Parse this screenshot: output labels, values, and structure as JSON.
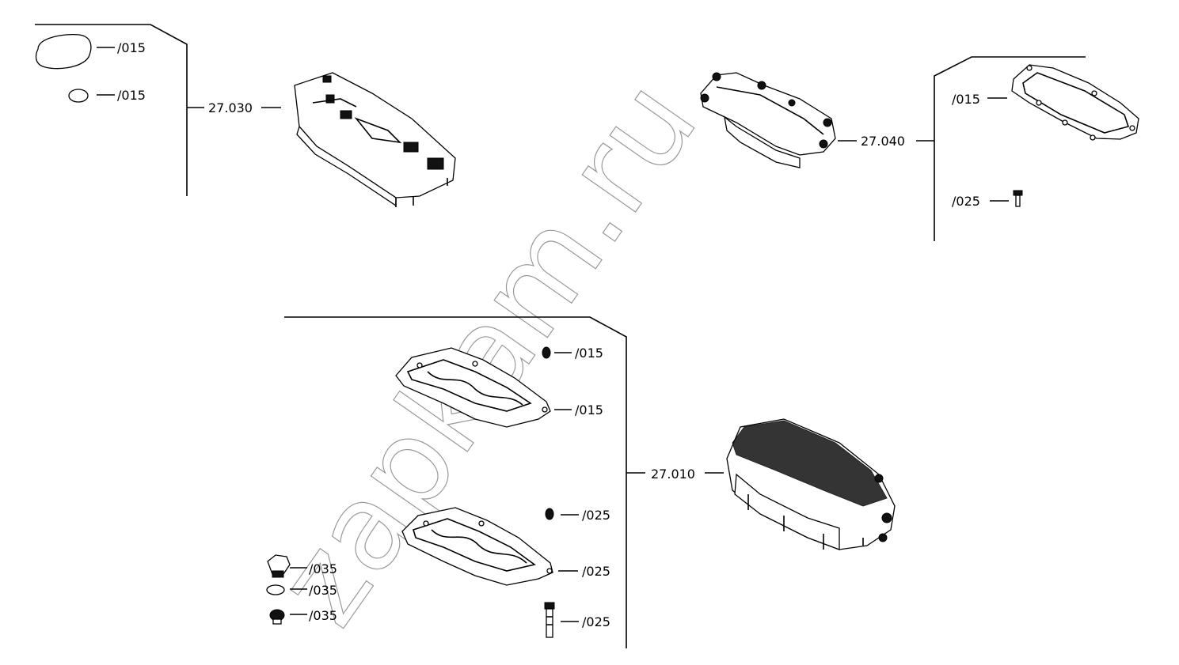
{
  "watermark": "zapkam.ru",
  "groups": [
    {
      "id": "27.030",
      "assembly_label": "27.030",
      "callouts": [
        "/015",
        "/015"
      ]
    },
    {
      "id": "27.040",
      "assembly_label": "27.040",
      "callouts": [
        "/015",
        "/025"
      ]
    },
    {
      "id": "27.010",
      "assembly_label": "27.010",
      "callouts": [
        "/015",
        "/015",
        "/025",
        "/025",
        "/025",
        "/035",
        "/035",
        "/035"
      ]
    }
  ],
  "icons": {
    "ring_gasket": "oval-seal-icon",
    "o_ring": "o-ring-icon",
    "bolt": "bolt-icon",
    "plug": "plug-icon",
    "washer": "washer-icon",
    "valve_body": "valve-body-icon",
    "plate_gasket": "gasket-plate-icon"
  }
}
